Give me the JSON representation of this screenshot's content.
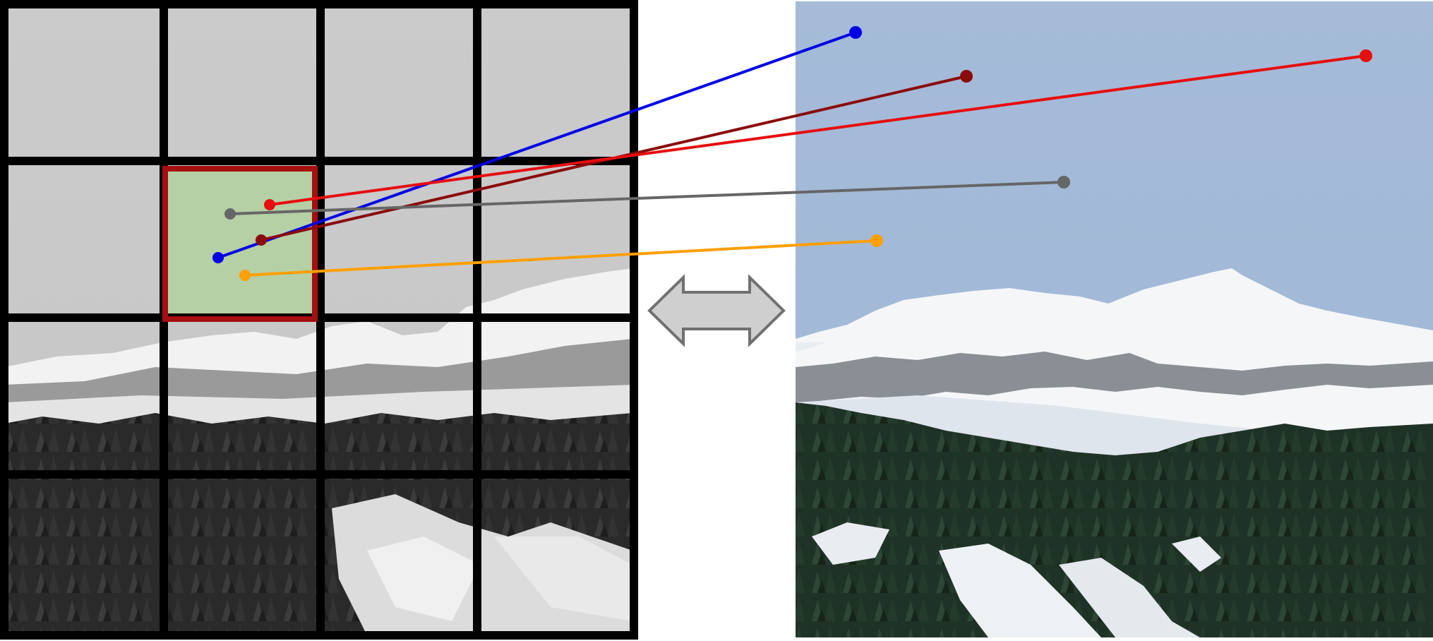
{
  "diagram": {
    "kind": "grid-patch-to-image-correspondence",
    "left_panel": {
      "style": "grayscale",
      "grid_rows": 4,
      "grid_cols": 4,
      "highlighted_cell": {
        "row": 1,
        "col": 1
      },
      "highlight_fill": "#b5d0a4",
      "highlight_border": "#a40f0f"
    },
    "right_panel": {
      "style": "color"
    },
    "arrow": {
      "type": "double-headed",
      "fill": "#cfcfcf",
      "stroke": "#707070"
    },
    "correspondences": [
      {
        "id": "blue",
        "color": "#0000e6"
      },
      {
        "id": "darkred",
        "color": "#8b0a0a"
      },
      {
        "id": "red",
        "color": "#e60e0e"
      },
      {
        "id": "gray",
        "color": "#666666"
      },
      {
        "id": "orange",
        "color": "#ff9f00"
      }
    ],
    "colors": {
      "sky_gray": "#cdcdcd",
      "sky_blue": "#a9bfdb",
      "snow": "#f4f6f8",
      "rock_gray": "#8a8f96",
      "forest_dark": "#1c2b22",
      "grid_line": "#000000"
    }
  }
}
